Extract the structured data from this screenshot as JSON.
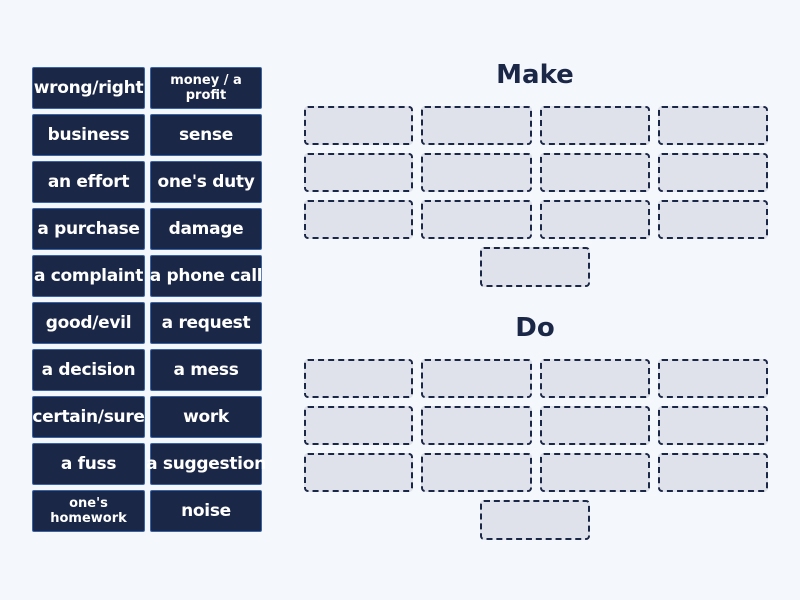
{
  "tiles": [
    {
      "label": "wrong/right"
    },
    {
      "label": "money / a profit",
      "small": true
    },
    {
      "label": "business"
    },
    {
      "label": "sense"
    },
    {
      "label": "an effort"
    },
    {
      "label": "one's duty"
    },
    {
      "label": "a purchase"
    },
    {
      "label": "damage"
    },
    {
      "label": "a complaint"
    },
    {
      "label": "a phone call"
    },
    {
      "label": "good/evil"
    },
    {
      "label": "a request"
    },
    {
      "label": "a decision"
    },
    {
      "label": "a mess"
    },
    {
      "label": "certain/sure"
    },
    {
      "label": "work"
    },
    {
      "label": "a fuss"
    },
    {
      "label": "a suggestion"
    },
    {
      "label": "one's homework",
      "small": true
    },
    {
      "label": "noise"
    }
  ],
  "groups": {
    "make": {
      "title": "Make"
    },
    "do": {
      "title": "Do"
    }
  },
  "colors": {
    "tile_bg": "#1b2747",
    "tile_border": "#3a64a8",
    "slot_bg": "#dfe2ea",
    "page_bg": "#f4f7fc"
  }
}
